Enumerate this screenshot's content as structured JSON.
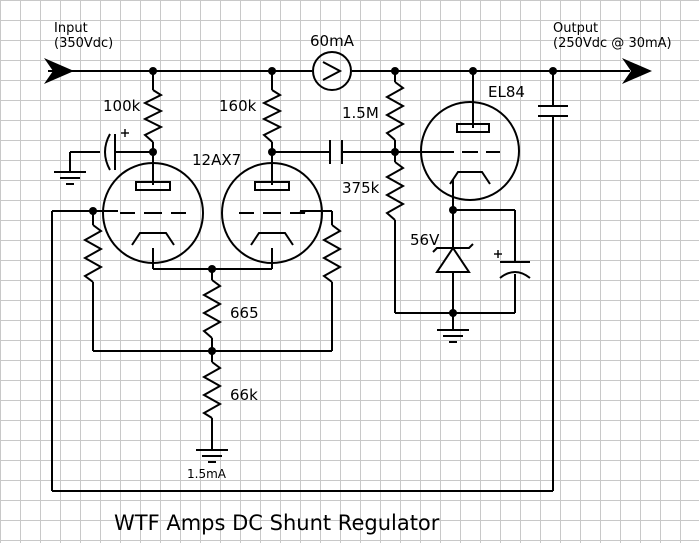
{
  "labels": {
    "input_line1": "Input",
    "input_line2": "(350Vdc)",
    "output_line1": "Output",
    "output_line2": "(250Vdc @ 30mA)",
    "current_main": "60mA",
    "current_bottom": "1.5mA",
    "tube_left": "12AX7",
    "tube_right": "EL84"
  },
  "components": {
    "r_plate_1": "100k",
    "r_plate_2": "160k",
    "r_divider_top": "1.5M",
    "r_divider_bottom": "375k",
    "r_tail": "665",
    "r_tail_2": "66k",
    "zener": "56V"
  },
  "title": "WTF Amps DC Shunt Regulator"
}
